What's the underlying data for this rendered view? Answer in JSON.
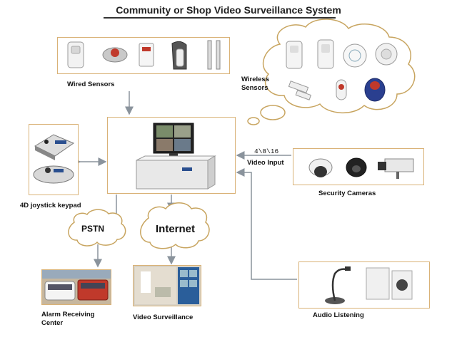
{
  "title": "Community or Shop Video Surveillance System",
  "labels": {
    "wired_sensors": "Wired Sensors",
    "wireless_sensors_line1": "Wireless",
    "wireless_sensors_line2": "Sensors",
    "joystick": "4D joystick keypad",
    "video_input_ratio": "4\\8\\16",
    "video_input": "Video Input",
    "security_cameras": "Security Cameras",
    "pstn": "PSTN",
    "internet": "Internet",
    "alarm_line1": "Alarm Receiving",
    "alarm_line2": "Center",
    "video_surveillance": "Video Surveillance",
    "audio_listening": "Audio Listening"
  },
  "colors": {
    "box_border": "#d9b277",
    "arrow": "#8a939c",
    "cloud_stroke": "#c8a560"
  },
  "icons": {
    "wired": [
      "pir-sensor-icon",
      "glass-break-detector-icon",
      "wall-pir-icon",
      "outdoor-pir-icon",
      "beam-detector-icon"
    ],
    "wireless": [
      "wireless-pir-icon",
      "wireless-curtain-icon",
      "smoke-detector-icon",
      "gas-detector-icon",
      "door-contact-icon",
      "panic-button-icon",
      "siren-icon"
    ],
    "cameras": [
      "dome-camera-icon",
      "dome-camera-black-icon",
      "box-camera-icon"
    ]
  }
}
